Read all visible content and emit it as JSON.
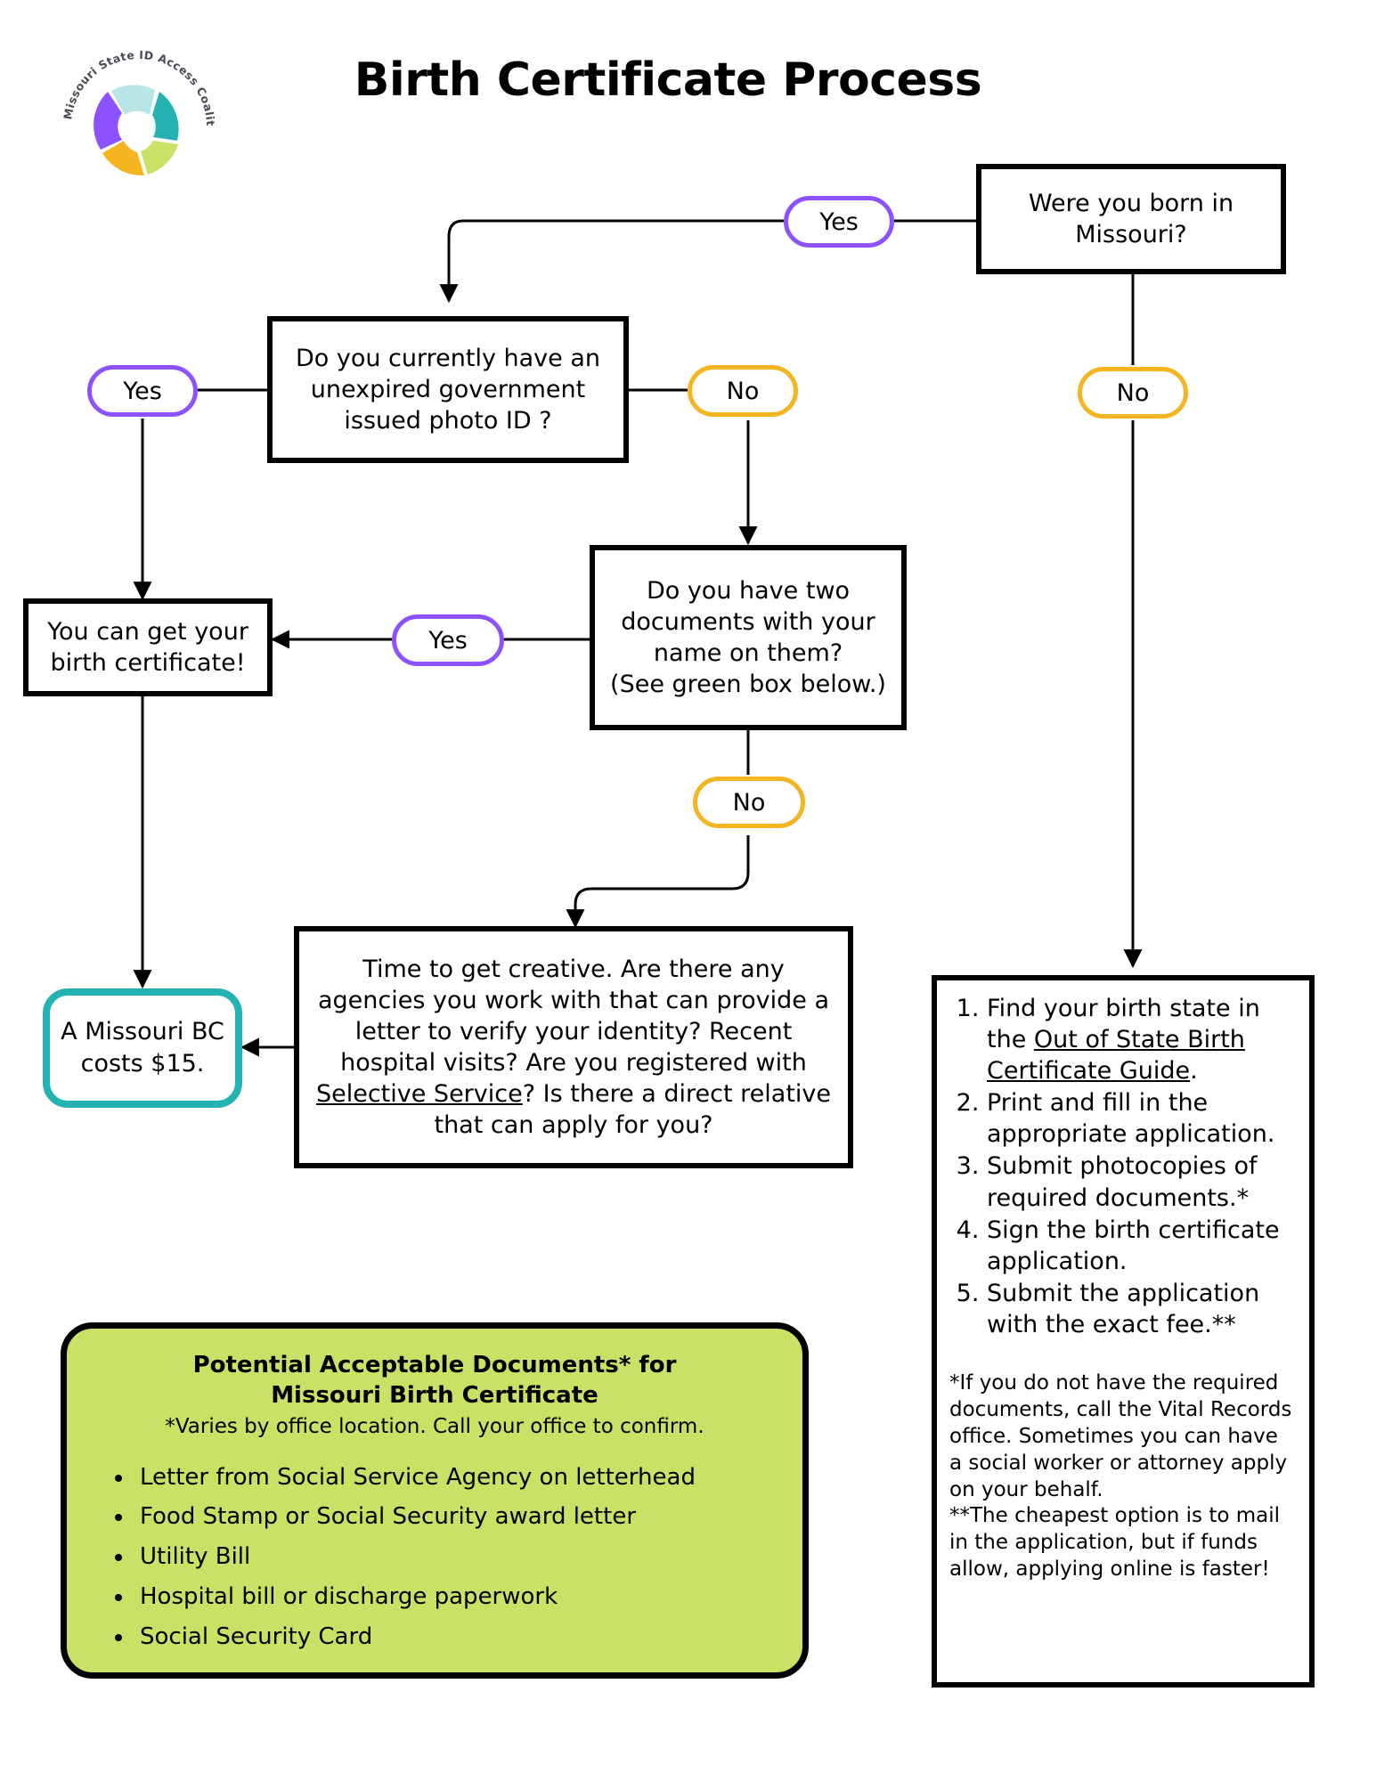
{
  "page": {
    "title": "Birth Certificate Process"
  },
  "logo": {
    "alt_text": "Missouri State ID Access Coalition",
    "colors": {
      "purple": "#8c52ff",
      "light_teal": "#b8e6e6",
      "teal": "#24b2b2",
      "green": "#c9e265",
      "amber": "#f5b520"
    }
  },
  "flow": {
    "q_born_missouri": "Were you born in\nMissouri?",
    "q_photo_id": "Do you currently have an\nunexpired government\nissued photo ID ?",
    "q_two_docs": "Do you have two\ndocuments with your\nname on them?\n(See green box below.)",
    "result_can_get": "You can get your\nbirth certificate!",
    "cost_note": "A Missouri BC\ncosts $15.",
    "creative_prefix": "Time to get creative.  Are there any agencies you work with that can provide a letter to verify your identity? Recent hospital visits? Are you registered with ",
    "creative_link": "Selective Service",
    "creative_suffix": "? Is there a direct relative that can apply for you?"
  },
  "labels": {
    "yes_born": "Yes",
    "no_born": "No",
    "yes_photo_id": "Yes",
    "no_photo_id": "No",
    "yes_two_docs": "Yes",
    "no_two_docs": "No"
  },
  "out_of_state": {
    "steps": [
      {
        "pre": "Find your birth state in the ",
        "link": "Out of State Birth Certificate Guide",
        "post": "."
      },
      {
        "pre": "Print and fill in the appropriate application.",
        "link": "",
        "post": ""
      },
      {
        "pre": "Submit photocopies of required documents.*",
        "link": "",
        "post": ""
      },
      {
        "pre": "Sign the birth certificate application.",
        "link": "",
        "post": ""
      },
      {
        "pre": "Submit the application with the exact fee.**",
        "link": "",
        "post": ""
      }
    ],
    "footnote_one": "*If you do not have the required documents, call the Vital Records office. Sometimes you can have a social worker or attorney apply on your behalf.",
    "footnote_two": "**The cheapest option is to mail in the application, but if funds allow, applying online is faster!"
  },
  "green_box": {
    "title_line_one": "Potential Acceptable Documents* for",
    "title_line_two": "Missouri Birth Certificate",
    "subtitle": "*Varies by office location. Call your office to confirm.",
    "items": [
      "Letter from Social Service Agency on letterhead",
      "Food Stamp or Social Security award letter",
      "Utility Bill",
      "Hospital bill or discharge paperwork",
      "Social Security Card"
    ]
  }
}
